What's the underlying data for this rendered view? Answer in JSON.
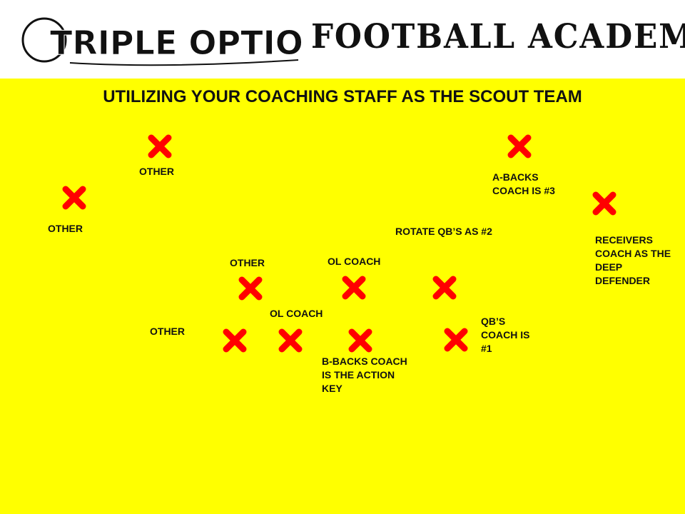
{
  "header": {
    "logo_left_text": "TRIPLE OPTION",
    "logo_right_text": "FOOTBALL ACADEMY",
    "background_color": "#ffffff"
  },
  "diagram": {
    "title": "UTILIZING YOUR COACHING STAFF AS THE SCOUT TEAM",
    "background_color": "#ffff00",
    "marker_color": "#ff0000",
    "marker_icon": "x-mark-icon",
    "labels": {
      "other_top": "OTHER",
      "other_left": "OTHER",
      "other_mid": "OTHER",
      "other_low": "OTHER",
      "ol_coach_upper": "OL COACH",
      "ol_coach_lower": "OL COACH",
      "a_backs": "A-BACKS\nCOACH IS #3",
      "rotate_qb": "ROTATE QB’S AS #2",
      "receivers": "RECEIVERS\nCOACH AS THE\nDEEP\nDEFENDER",
      "qbs_coach": "QB’S\nCOACH IS\n#1",
      "b_backs": "B-BACKS COACH\nIS THE ACTION\nKEY"
    }
  }
}
